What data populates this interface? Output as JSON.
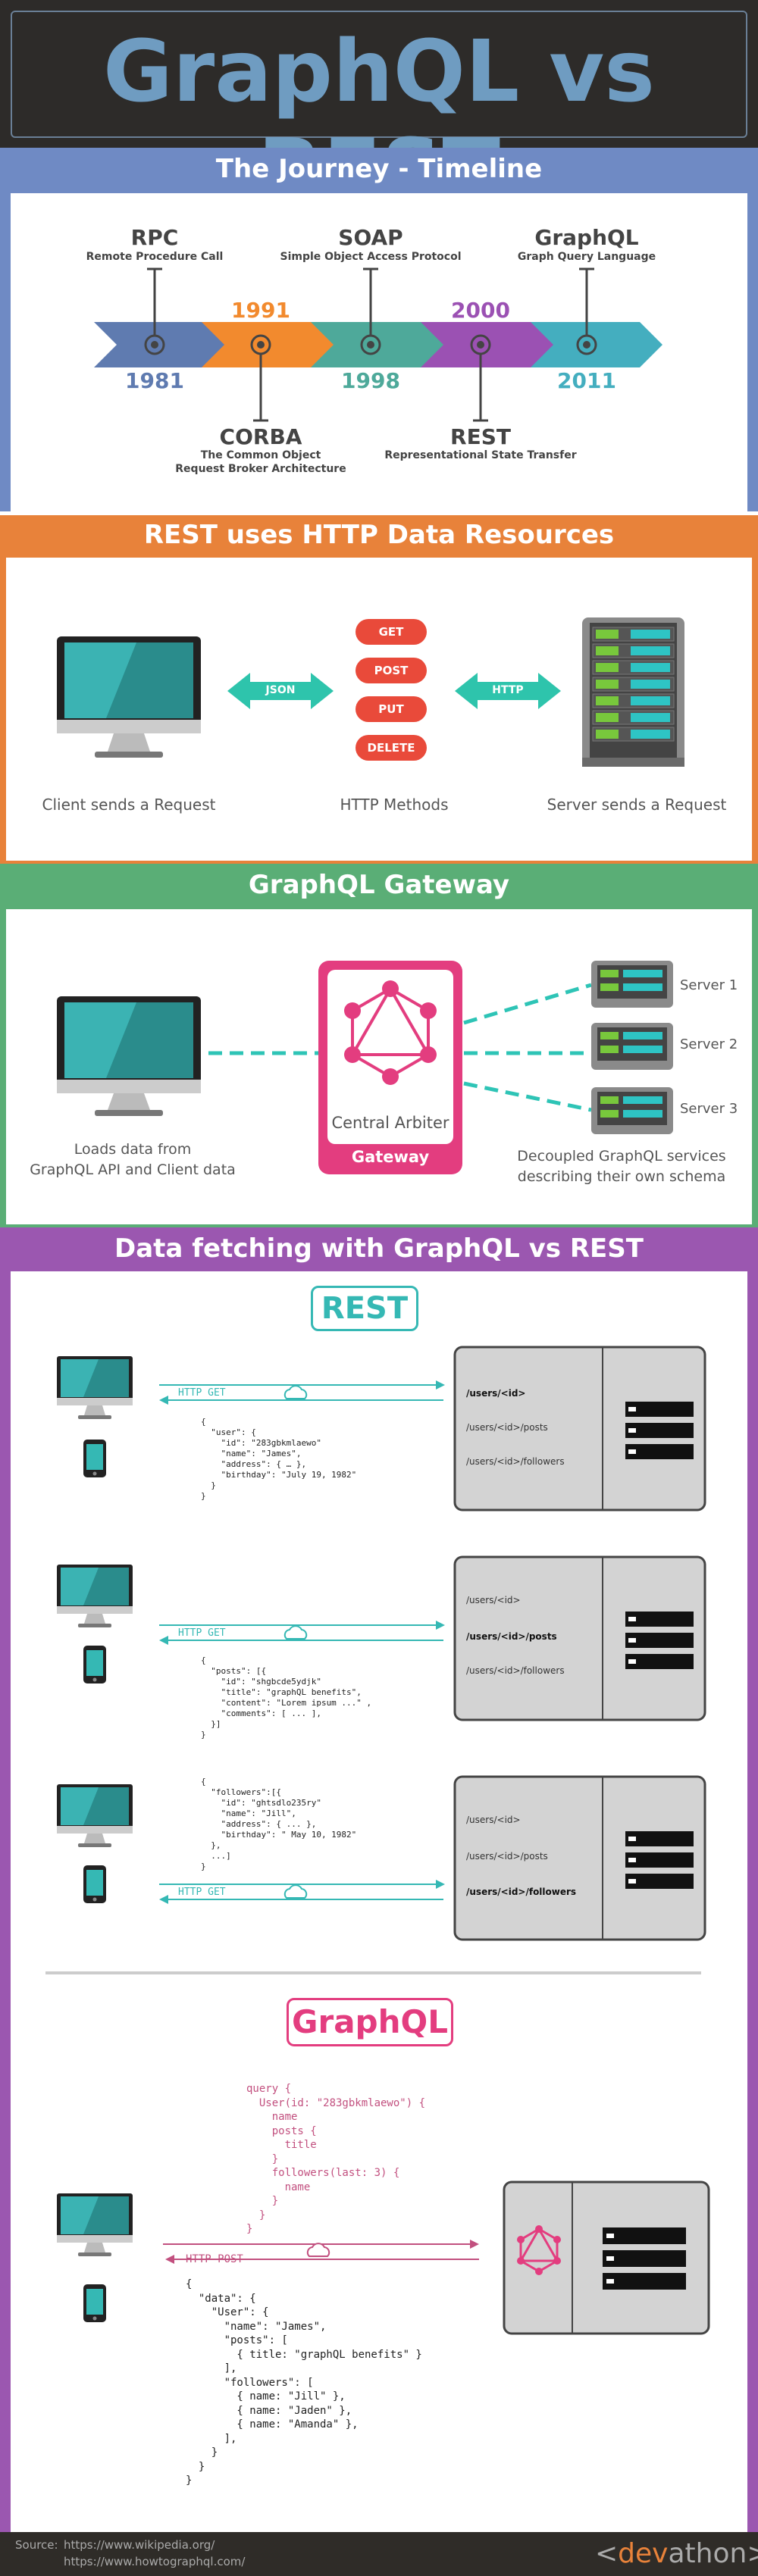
{
  "header": {
    "title": "GraphQL vs REST"
  },
  "timeline": {
    "title": "The Journey - Timeline",
    "top": [
      {
        "name": "RPC",
        "desc": "Remote Procedure Call"
      },
      {
        "name": "SOAP",
        "desc": "Simple Object Access Protocol"
      },
      {
        "name": "GraphQL",
        "desc": "Graph Query Language"
      }
    ],
    "bottom": [
      {
        "name": "CORBA",
        "desc1": "The Common Object",
        "desc2": "Request Broker Architecture"
      },
      {
        "name": "REST",
        "desc": "Representational State Transfer"
      }
    ],
    "years": [
      "1981",
      "1991",
      "1998",
      "2000",
      "2011"
    ],
    "colors": [
      "#5f7bb0",
      "#f28a2e",
      "#4ea99a",
      "#9b51b3",
      "#44aebf"
    ]
  },
  "rest_http": {
    "title": "REST uses HTTP Data Resources",
    "json_label": "JSON",
    "http_label": "HTTP",
    "methods": [
      "GET",
      "POST",
      "PUT",
      "DELETE"
    ],
    "client_caption": "Client sends a Request",
    "methods_caption": "HTTP Methods",
    "server_caption": "Server sends a Request"
  },
  "gateway": {
    "title": "GraphQL Gateway",
    "arbiter_label": "Central Arbiter",
    "gateway_label": "Gateway",
    "servers": [
      "Server 1",
      "Server 2",
      "Server 3"
    ],
    "left_caption1": "Loads data from",
    "left_caption2": "GraphQL API and Client data",
    "right_caption1": "Decoupled GraphQL services",
    "right_caption2": "describing their own schema"
  },
  "fetching": {
    "title": "Data fetching with GraphQL vs REST",
    "rest_badge": "REST",
    "graphql_badge": "GraphQL",
    "http_get": "HTTP GET",
    "http_post": "HTTP POST",
    "endpoints": [
      "/users/<id>",
      "/users/<id>/posts",
      "/users/<id>/followers"
    ],
    "response1": "{\n  \"user\": {\n    \"id\": \"283gbkmlaewo\"\n    \"name\": \"James\",\n    \"address\": { … },\n    \"birthday\": \"July 19, 1982\"\n  }\n}",
    "response2": "{\n  \"posts\": [{\n    \"id\": \"shgbcde5ydjk\"\n    \"title\": \"graphQL benefits\",\n    \"content\": \"Lorem ipsum ...\" ,\n    \"comments\": [ ... ],\n  }]\n}",
    "response3": "{\n  \"followers\":[{\n    \"id\": \"ghtsdlo235ry\"\n    \"name\": \"Jill\",\n    \"address\": { ... },\n    \"birthday\": \" May 10, 1982\"\n  },\n  ...]\n}",
    "gql_query": "query {\n  User(id: \"283gbkmlaewo\") {\n    name\n    posts {\n      title\n    }\n    followers(last: 3) {\n      name\n    }\n  }\n}",
    "gql_response": "{\n  \"data\": {\n    \"User\": {\n      \"name\": \"James\",\n      \"posts\": [\n        { title: \"graphQL benefits\" }\n      ],\n      \"followers\": [\n        { name: \"Jill\" },\n        { name: \"Jaden\" },\n        { name: \"Amanda\" },\n      ],\n    }\n  }\n}"
  },
  "footer": {
    "source_label": "Source:",
    "source1": "https://www.wikipedia.org/",
    "source2": "https://www.howtographql.com/",
    "brand_lt": "<",
    "brand_dev": "dev",
    "brand_athon": "athon",
    "brand_gt": ">"
  }
}
